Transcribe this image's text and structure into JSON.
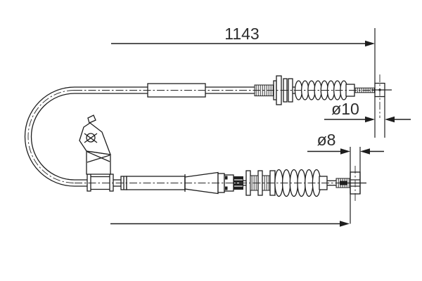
{
  "drawing": {
    "type": "technical-line-drawing",
    "subject": "parking-brake-cable",
    "dimensions": {
      "overall_length": "1143",
      "upper_end_diameter": "ø10",
      "lower_end_diameter": "ø8"
    },
    "colors": {
      "background": "#ffffff",
      "line": "#1e1e1e",
      "text": "#2d2d2d"
    }
  }
}
